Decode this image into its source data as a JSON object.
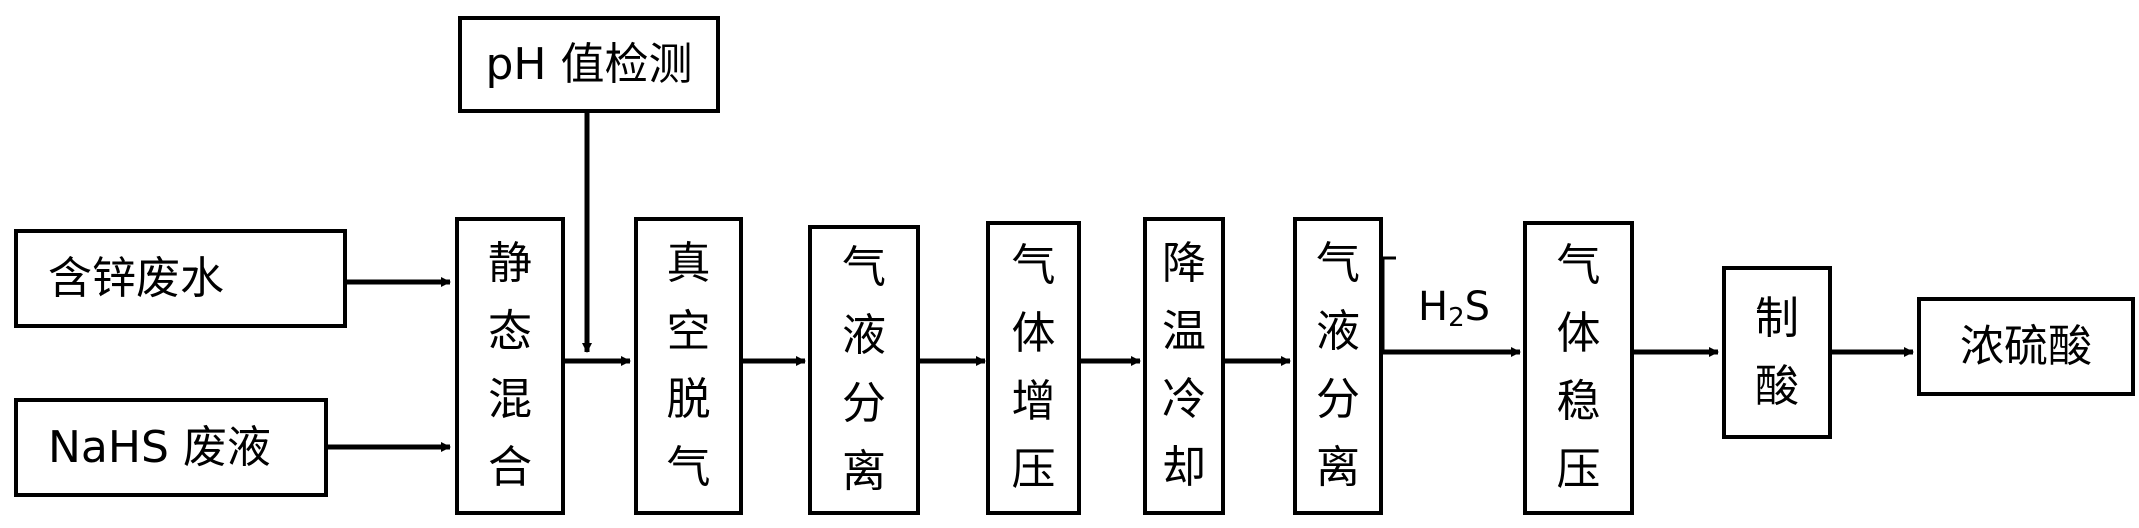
{
  "inputs": {
    "zinc_wastewater": "含锌废水",
    "nahs_waste": "NaHS 废液",
    "ph_check": "pH 值检测"
  },
  "steps": {
    "static_mix": "静\n态\n混\n合",
    "vacuum_degas": "真\n空\n脱\n气",
    "gas_liquid_sep_1": "气\n液\n分\n离",
    "gas_pressurize": "气\n体\n增\n压",
    "cool_down": "降\n温\n冷\n却",
    "gas_liquid_sep_2": "气\n液\n分\n离",
    "gas_stabilize": "气\n体\n稳\n压",
    "make_acid": "制\n酸"
  },
  "output": {
    "conc_sulfuric_acid": "浓硫酸"
  },
  "labels": {
    "h2s_main": "H",
    "h2s_sub": "2",
    "h2s_end": "S"
  }
}
